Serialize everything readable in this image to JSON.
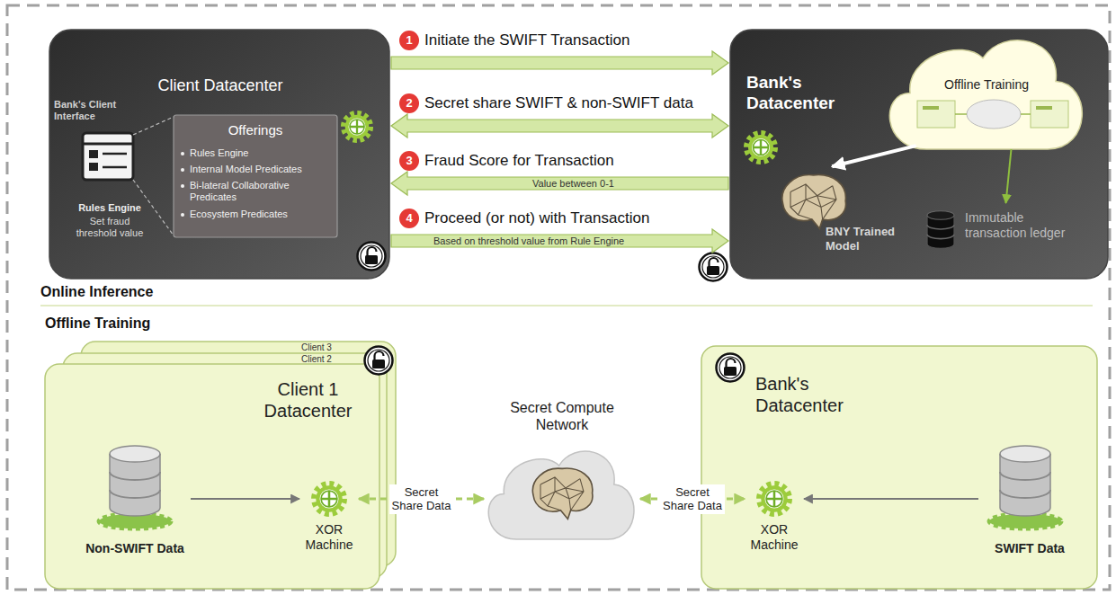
{
  "diagram": {
    "nodes": [
      {
        "text": [
          "Client Datacenter"
        ]
      },
      {
        "text": [
          "Offerings",
          "Rules Engine",
          "Internal Model Predicates",
          "Bi-lateral Collaborative Predicates",
          "Ecosystem Predicates"
        ],
        "in": 0
      },
      {
        "text": [
          "Bank's Datacenter"
        ]
      },
      {
        "text": [
          "Offline Training"
        ],
        "in": 2
      },
      {
        "text": [
          "BNY Trained Model"
        ],
        "in": 2
      },
      {
        "text": [
          "Immutable transaction ledger"
        ],
        "in": 2
      },
      {
        "text": [
          "Client 1 Datacenter"
        ]
      },
      {
        "text": [
          "Non-SWIFT Data"
        ],
        "in": 6
      },
      {
        "text": [
          "XOR Machine"
        ],
        "in": 6
      },
      {
        "text": [
          "Secret Compute Network"
        ]
      },
      {
        "text": [
          "Bank's Datacenter"
        ]
      },
      {
        "text": [
          "XOR Machine"
        ],
        "in": 10
      },
      {
        "text": [
          "SWIFT Data"
        ],
        "in": 10
      }
    ],
    "edges": [
      {
        "from": 0,
        "to": 2,
        "label": "Initiate the SWIFT Transaction",
        "arrow": "to"
      },
      {
        "from": 0,
        "to": 2,
        "label": "Secret share SWIFT & non-SWIFT data",
        "arrow": "both"
      },
      {
        "from": 2,
        "to": 0,
        "label": "Fraud Score for Transaction",
        "arrow": "to"
      },
      {
        "from": 0,
        "to": 2,
        "label": "Proceed (or not) with Transaction",
        "arrow": "to"
      },
      {
        "from": 3,
        "to": 4,
        "arrow": "to"
      },
      {
        "from": 3,
        "to": 5,
        "arrow": "to"
      },
      {
        "from": 7,
        "to": 8,
        "arrow": "to"
      },
      {
        "from": 8,
        "to": 9,
        "label": "Secret Share Data",
        "arrow": "both"
      },
      {
        "from": 9,
        "to": 11,
        "label": "Secret Share Data",
        "arrow": "both"
      },
      {
        "from": 12,
        "to": 11,
        "arrow": "to"
      }
    ],
    "labels": [
      "1",
      "2",
      "3",
      "4",
      "Value between 0-1",
      "Based on threshold value from Rule Engine",
      "Bank's Client Interface",
      "Rules Engine",
      "Set fraud threshold value",
      "Online Inference",
      "Offline Training",
      "Client 3",
      "Client 2"
    ]
  }
}
